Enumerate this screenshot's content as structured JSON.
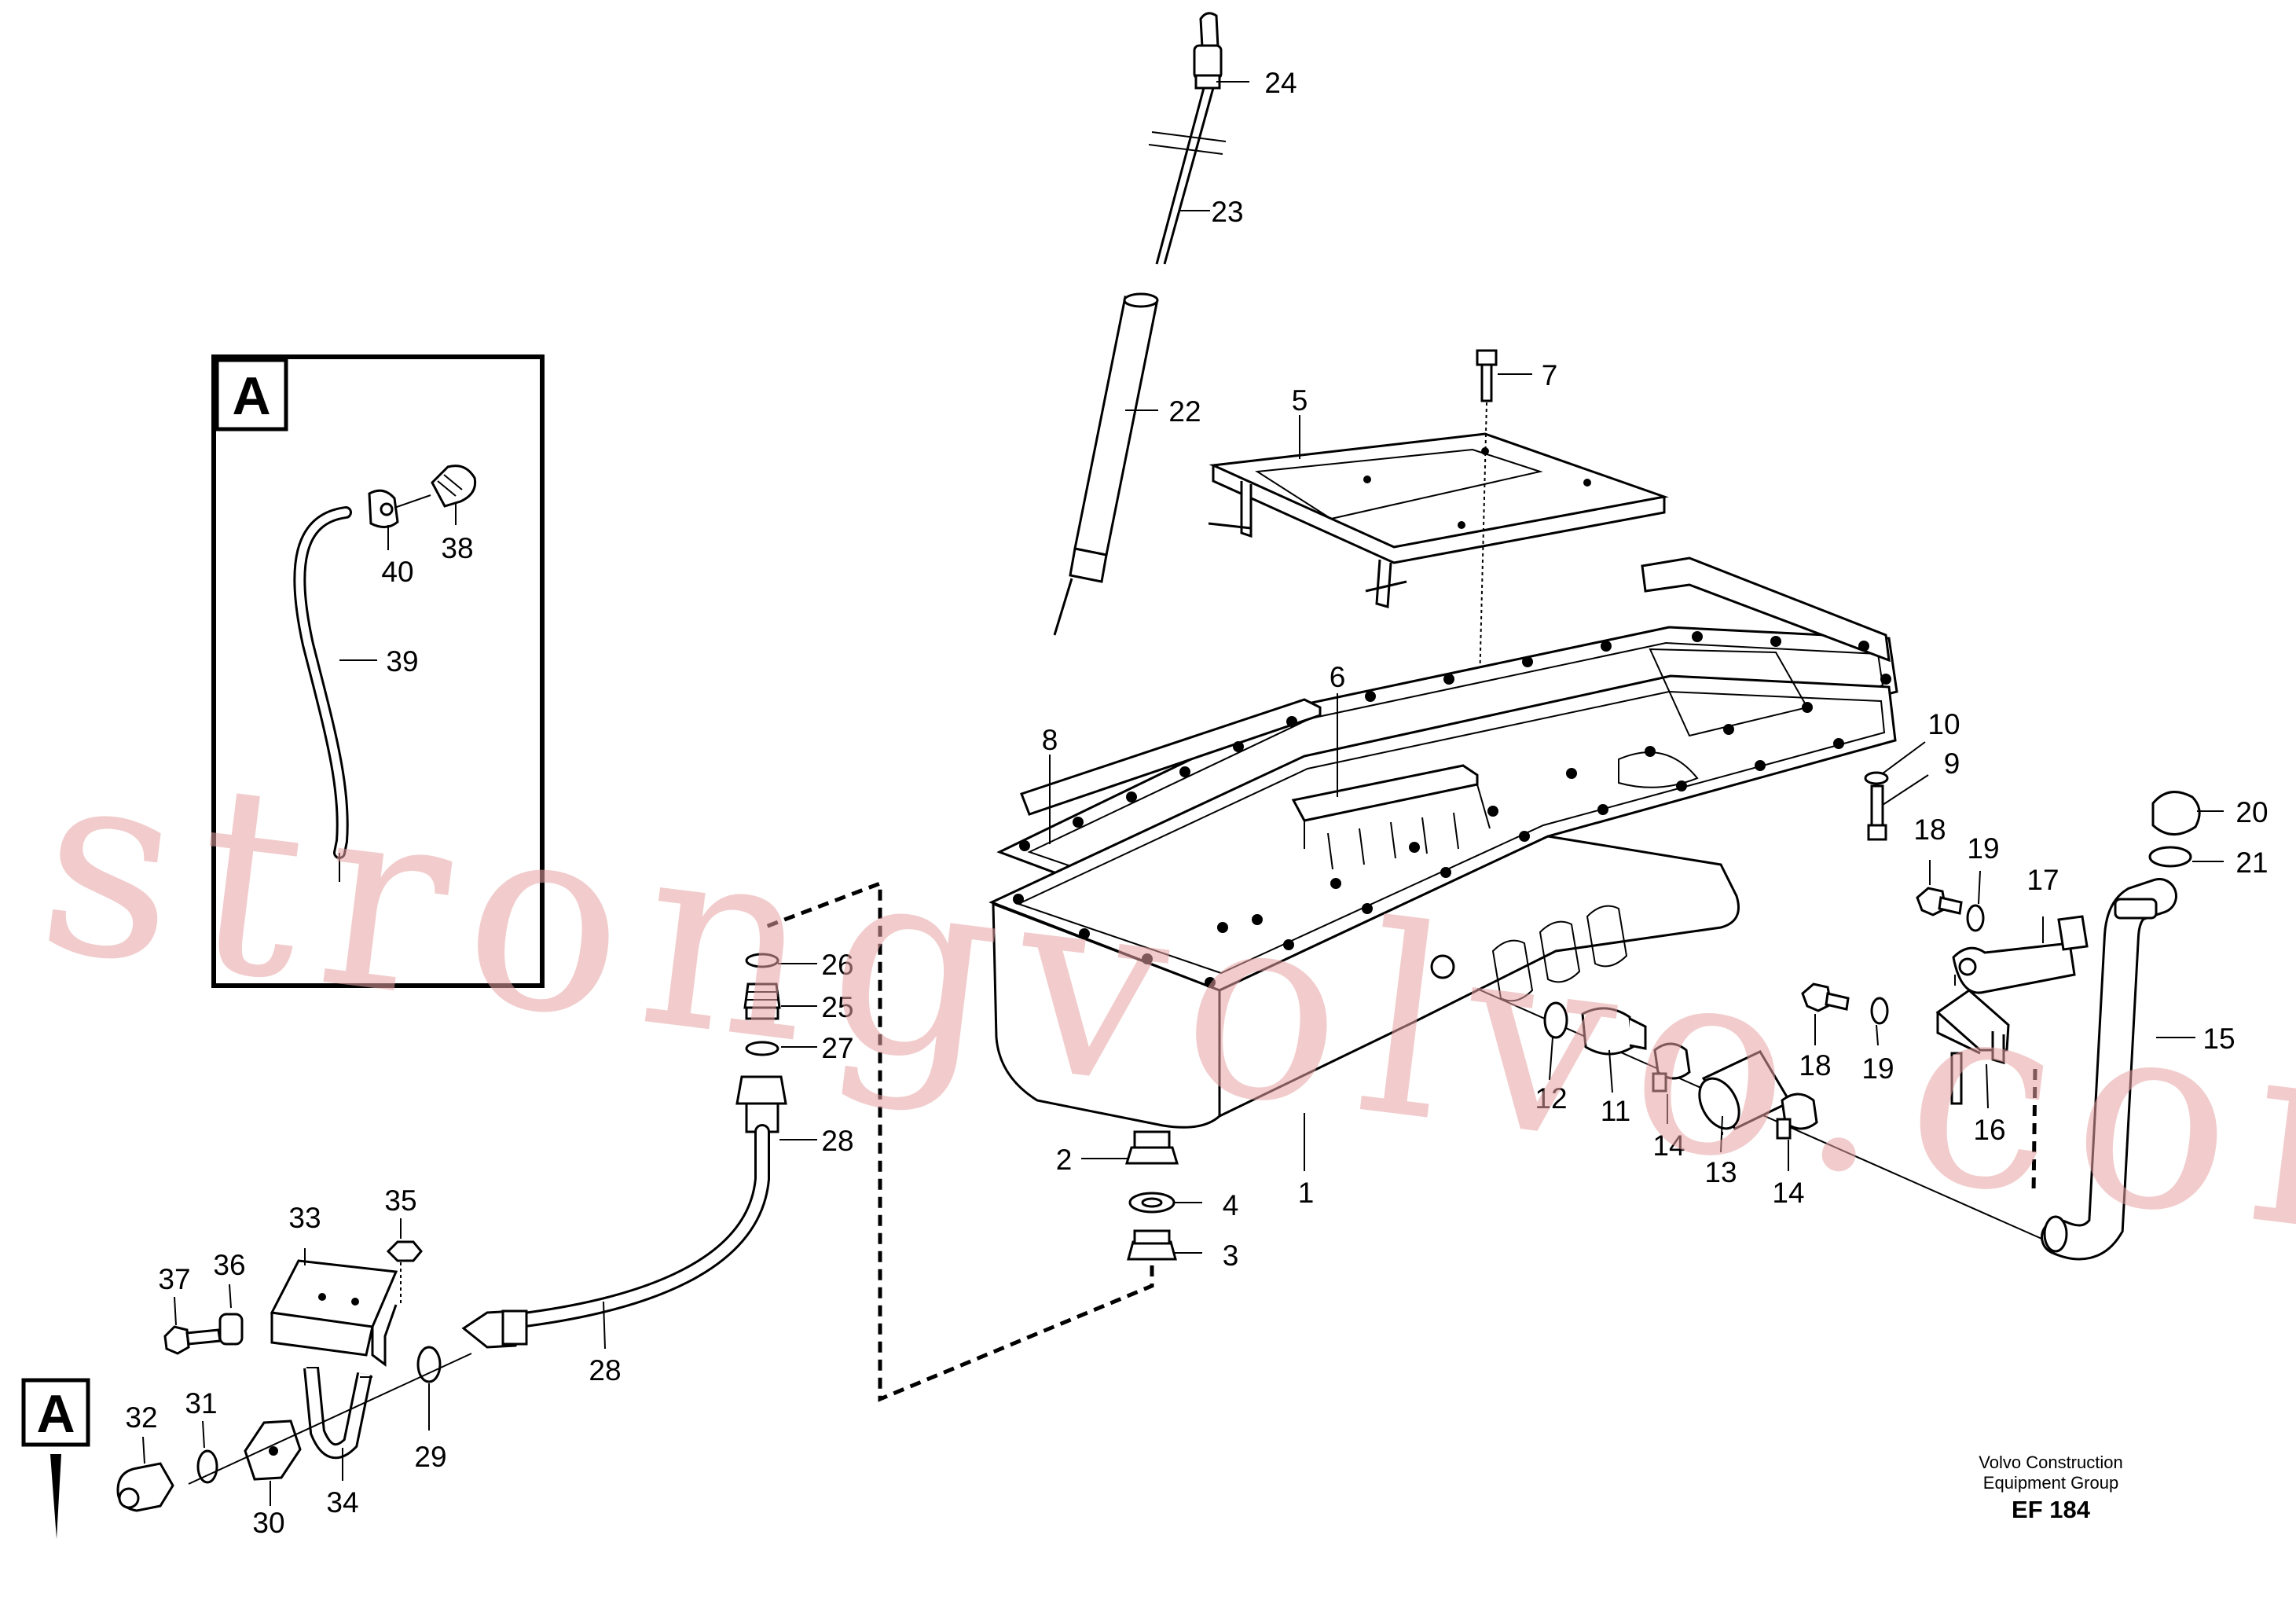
{
  "callouts": {
    "c1": "1",
    "c2": "2",
    "c3": "3",
    "c4": "4",
    "c5": "5",
    "c6": "6",
    "c7": "7",
    "c8": "8",
    "c9": "9",
    "c10": "10",
    "c11": "11",
    "c12": "12",
    "c13": "13",
    "c14a": "14",
    "c14b": "14",
    "c15": "15",
    "c16": "16",
    "c17": "17",
    "c18a": "18",
    "c18b": "18",
    "c19a": "19",
    "c19b": "19",
    "c20": "20",
    "c21": "21",
    "c22": "22",
    "c23": "23",
    "c24": "24",
    "c25": "25",
    "c26": "26",
    "c27": "27",
    "c28a": "28",
    "c28b": "28",
    "c29": "29",
    "c30": "30",
    "c31": "31",
    "c32": "32",
    "c33": "33",
    "c34": "34",
    "c35": "35",
    "c36": "36",
    "c37": "37",
    "c38": "38",
    "c39": "39",
    "c40": "40"
  },
  "detail_view": {
    "label": "A",
    "reference_label": "A"
  },
  "footer": {
    "publisher_line1": "Volvo Construction",
    "publisher_line2": "Equipment Group",
    "drawing_code": "EF 184"
  },
  "watermark": {
    "text": "strongvolvo.com"
  },
  "colors": {
    "ink": "#000000",
    "watermark": "#e8a3a3",
    "background": "#ffffff"
  }
}
